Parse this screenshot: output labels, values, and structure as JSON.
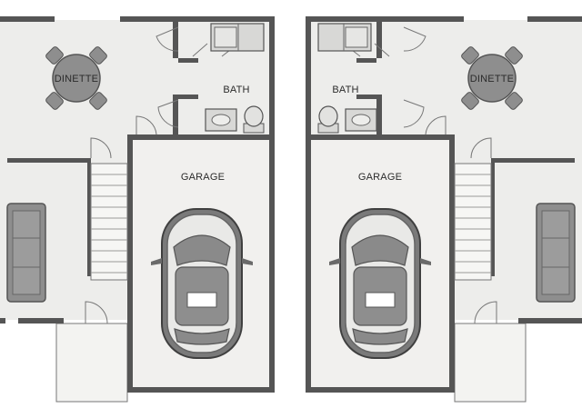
{
  "floorplan": {
    "units": [
      {
        "side": "left",
        "room_labels": {
          "dinette": "DINETTE",
          "bath": "BATH",
          "garage": "GARAGE"
        }
      },
      {
        "side": "right",
        "room_labels": {
          "dinette": "DINETTE",
          "bath": "BATH",
          "garage": "GARAGE"
        }
      }
    ],
    "colors": {
      "wall": "#555555",
      "floor": "#ededeb",
      "garage_floor": "#f1f0ee",
      "furniture": "#8e8e8e",
      "furniture_dark": "#6f6f6f",
      "fixture": "#d8d8d6",
      "outline": "#444444",
      "paper": "#ffffff"
    }
  }
}
